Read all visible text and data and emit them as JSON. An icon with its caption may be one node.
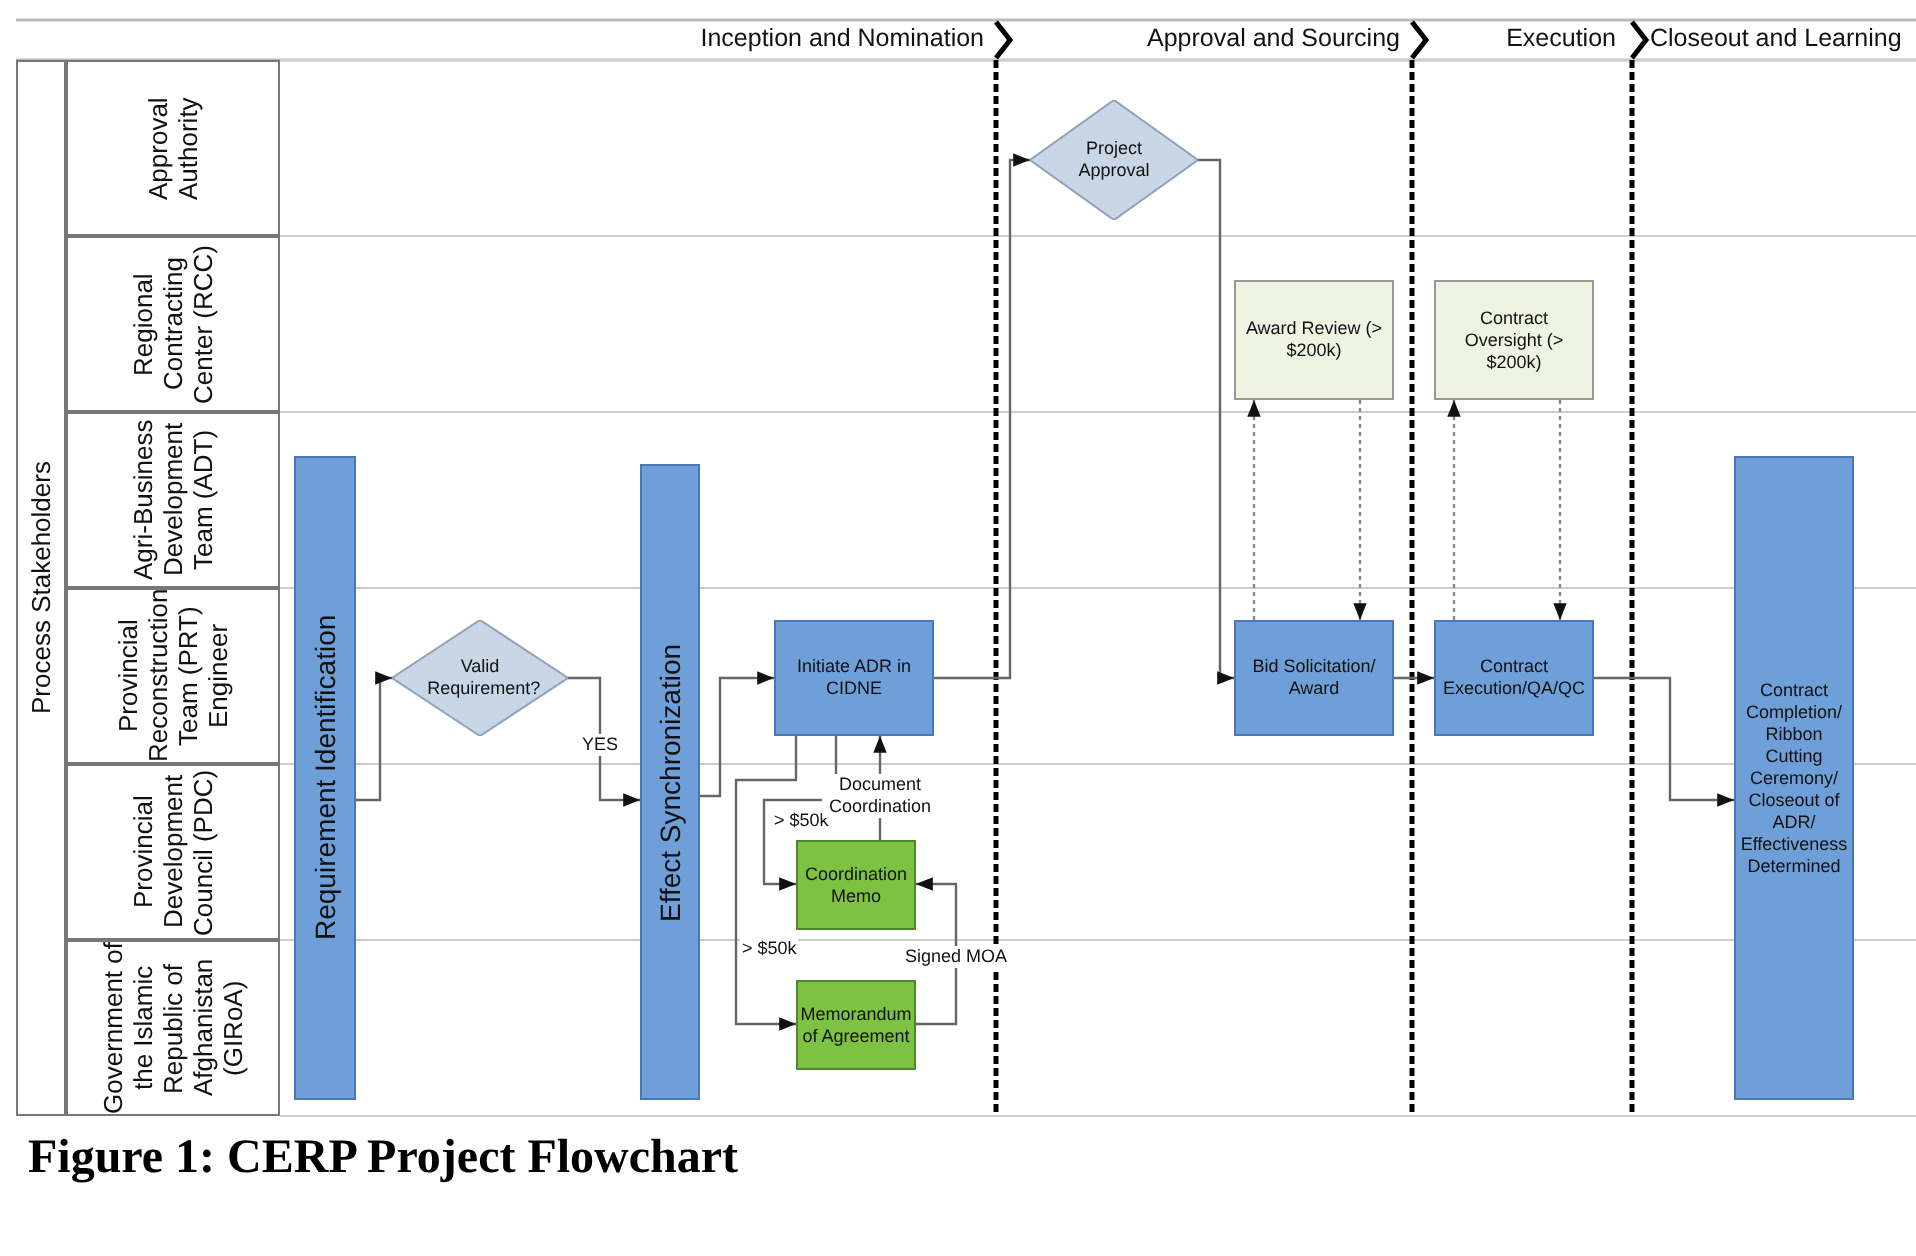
{
  "diagram": {
    "caption": "Figure 1: CERP Project Flowchart",
    "nodes": [
      {
        "text": [
          "Process Stakeholders"
        ]
      },
      {
        "text": [
          "Approval Authority"
        ]
      },
      {
        "text": [
          "Regional Contracting Center (RCC)"
        ]
      },
      {
        "text": [
          "Agri-Business Development Team (ADT)"
        ]
      },
      {
        "text": [
          "Provincial Reconstruction Team (PRT) Engineer"
        ]
      },
      {
        "text": [
          "Provincial Development Council (PDC)"
        ]
      },
      {
        "text": [
          "Government of the Islamic Republic of Afghanistan (GIRoA)"
        ]
      },
      {
        "text": [
          "Requirement Identification"
        ]
      },
      {
        "text": [
          "Valid Requirement?"
        ]
      },
      {
        "text": [
          "Effect Synchronization"
        ]
      },
      {
        "text": [
          "Initiate ADR in CIDNE"
        ]
      },
      {
        "text": [
          "Coordination Memo"
        ]
      },
      {
        "text": [
          "Memorandum of Agreement"
        ]
      },
      {
        "text": [
          "Project Approval"
        ]
      },
      {
        "text": [
          "Award Review (> $200k)"
        ]
      },
      {
        "text": [
          "Contract Oversight (> $200k)"
        ]
      },
      {
        "text": [
          "Bid Solicitation/ Award"
        ]
      },
      {
        "text": [
          "Contract Execution/QA/QC"
        ]
      },
      {
        "text": [
          "Contract Completion/ Ribbon Cutting Ceremony/ Closeout of ADR/ Effectiveness Determined"
        ]
      }
    ],
    "edges": [
      {
        "from": 7,
        "to": 8,
        "arrow": "to"
      },
      {
        "from": 8,
        "to": 9,
        "arrow": "to",
        "label": "YES"
      },
      {
        "from": 9,
        "to": 10,
        "arrow": "to"
      },
      {
        "from": 10,
        "to": 11,
        "arrow": "to",
        "label": "> $50k"
      },
      {
        "from": 10,
        "to": 12,
        "arrow": "to",
        "label": "> $50k"
      },
      {
        "from": 11,
        "to": 10,
        "arrow": "to",
        "label": "Document Coordination"
      },
      {
        "from": 12,
        "to": 11,
        "arrow": "to",
        "label": "Signed MOA"
      },
      {
        "from": 10,
        "to": 13,
        "arrow": "to"
      },
      {
        "from": 13,
        "to": 16,
        "arrow": "to"
      },
      {
        "from": 16,
        "to": 14,
        "arrow": "to",
        "style": "dashed"
      },
      {
        "from": 14,
        "to": 16,
        "arrow": "to",
        "style": "dashed"
      },
      {
        "from": 16,
        "to": 17,
        "arrow": "to"
      },
      {
        "from": 17,
        "to": 15,
        "arrow": "to",
        "style": "dashed"
      },
      {
        "from": 15,
        "to": 17,
        "arrow": "to",
        "style": "dashed"
      },
      {
        "from": 17,
        "to": 18,
        "arrow": "to"
      }
    ],
    "labels": [
      "Inception and Nomination",
      "Approval and Sourcing",
      "Execution",
      "Closeout and Learning"
    ]
  }
}
